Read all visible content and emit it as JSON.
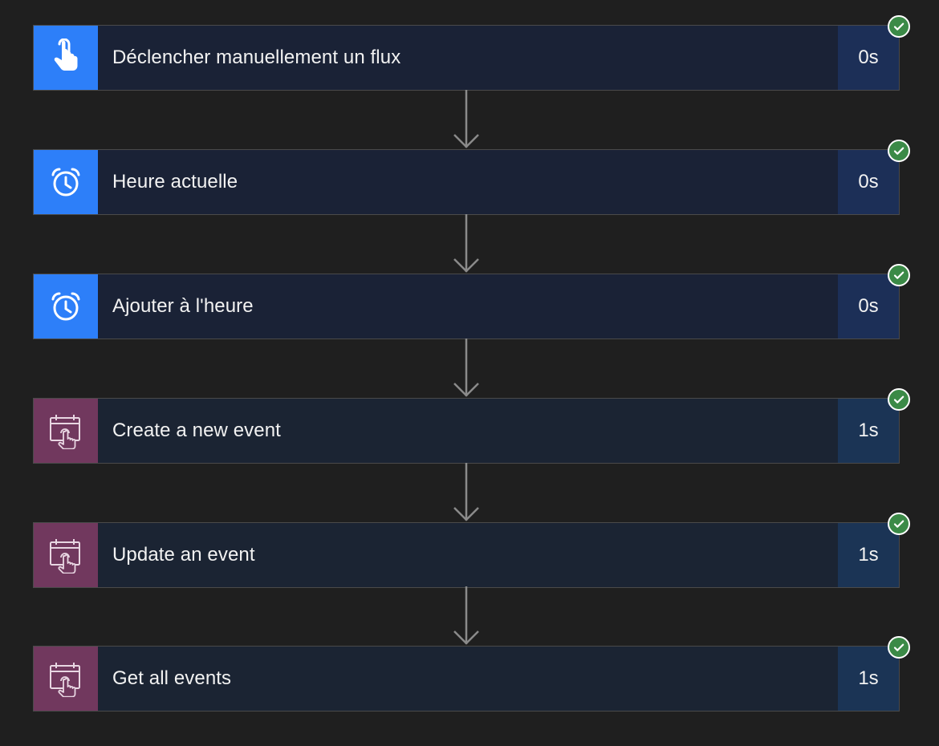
{
  "colors": {
    "background": "#1f1f1f",
    "card_blue": "#1a2236",
    "card_teal": "#1b2433",
    "duration_blue": "#1c2f57",
    "duration_teal": "#1b3455",
    "icon_blue": "#2d7ff9",
    "icon_purple": "#71385e",
    "success_green": "#3b8a47",
    "connector": "#8a8a8a"
  },
  "flow": {
    "steps": [
      {
        "label": "Déclencher manuellement un flux",
        "duration": "0s",
        "icon": "touch-hand-icon",
        "status": "succeeded"
      },
      {
        "label": "Heure actuelle",
        "duration": "0s",
        "icon": "alarm-clock-icon",
        "status": "succeeded"
      },
      {
        "label": "Ajouter à l'heure",
        "duration": "0s",
        "icon": "alarm-clock-icon",
        "status": "succeeded"
      },
      {
        "label": "Create a new event",
        "duration": "1s",
        "icon": "calendar-touch-icon",
        "status": "succeeded"
      },
      {
        "label": "Update an event",
        "duration": "1s",
        "icon": "calendar-touch-icon",
        "status": "succeeded"
      },
      {
        "label": "Get all events",
        "duration": "1s",
        "icon": "calendar-touch-icon",
        "status": "succeeded"
      }
    ]
  }
}
